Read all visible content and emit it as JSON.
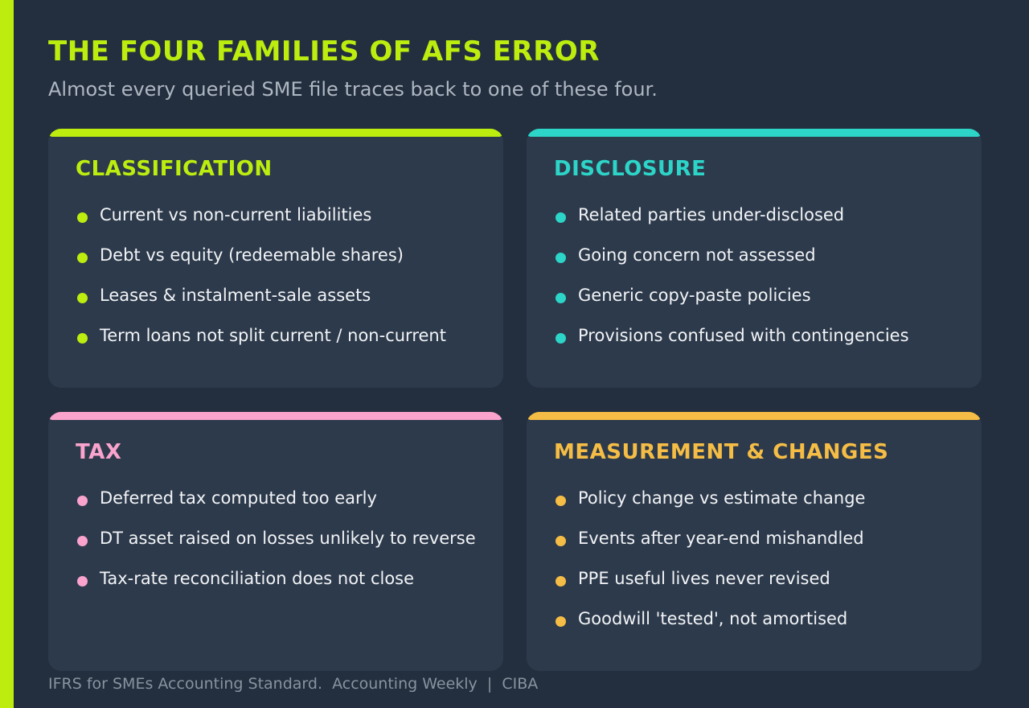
{
  "title": "THE FOUR FAMILIES OF AFS ERROR",
  "subtitle": "Almost every queried SME file traces back to one of these four.",
  "footer": "IFRS for SMEs Accounting Standard.  Accounting Weekly  |  CIBA",
  "colors": {
    "background": "#232f3e",
    "card": "#2d3a4b",
    "lime": "#bced0f",
    "teal": "#2dd4c8",
    "pink": "#f9a3cd",
    "amber": "#f5bd45"
  },
  "cards": [
    {
      "title": "CLASSIFICATION",
      "color": "#bced0f",
      "items": [
        "Current vs non-current liabilities",
        "Debt vs equity (redeemable shares)",
        "Leases & instalment-sale assets",
        "Term loans not split current / non-current"
      ]
    },
    {
      "title": "DISCLOSURE",
      "color": "#2dd4c8",
      "items": [
        "Related parties under-disclosed",
        "Going concern not assessed",
        "Generic copy-paste policies",
        "Provisions confused with contingencies"
      ]
    },
    {
      "title": "TAX",
      "color": "#f9a3cd",
      "items": [
        "Deferred tax computed too early",
        "DT asset raised on losses unlikely to reverse",
        "Tax-rate reconciliation does not close"
      ]
    },
    {
      "title": "MEASUREMENT & CHANGES",
      "color": "#f5bd45",
      "items": [
        "Policy change vs estimate change",
        "Events after year-end mishandled",
        "PPE useful lives never revised",
        "Goodwill 'tested', not amortised"
      ]
    }
  ]
}
